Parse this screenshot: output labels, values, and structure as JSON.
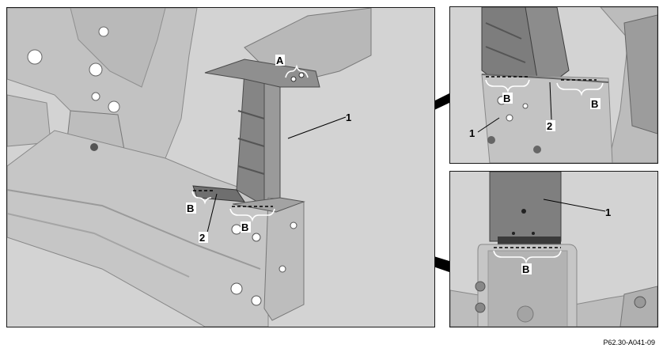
{
  "labels": {
    "main_A": "A",
    "main_1": "1",
    "main_B_left": "B",
    "main_2": "2",
    "main_B_right": "B",
    "top_B_left": "B",
    "top_B_right": "B",
    "top_1": "1",
    "top_2": "2",
    "bottom_1": "1",
    "bottom_B": "B"
  },
  "document_reference": "P62.30-A041-09"
}
